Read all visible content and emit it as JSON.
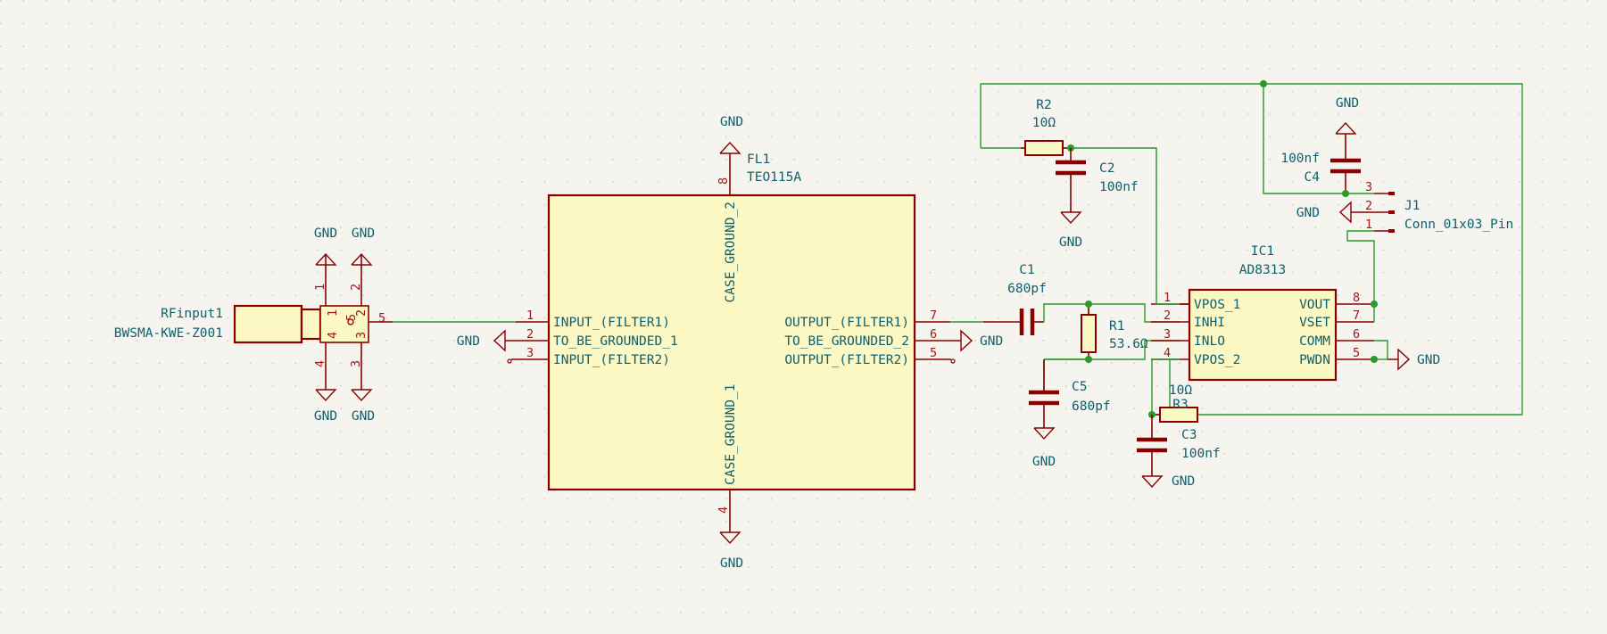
{
  "power": {
    "gnd": "GND"
  },
  "rf_connector": {
    "ref": "RFinput1",
    "value": "BWSMA-KWE-Z001",
    "pins": [
      "1",
      "2",
      "3",
      "4",
      "5"
    ]
  },
  "filter": {
    "ref": "FL1",
    "value": "TEO115A",
    "pins": {
      "p1": "1",
      "p2": "2",
      "p3": "3",
      "p4": "4",
      "p5": "5",
      "p6": "6",
      "p7": "7",
      "p8": "8"
    },
    "labels": {
      "in1": "INPUT_(FILTER1)",
      "tbg1": "TO_BE_GROUNDED_1",
      "in2": "INPUT_(FILTER2)",
      "out1": "OUTPUT_(FILTER1)",
      "tbg2": "TO_BE_GROUNDED_2",
      "out2": "OUTPUT_(FILTER2)",
      "cg2": "CASE_GROUND_2",
      "cg1": "CASE_GROUND_1"
    }
  },
  "ic": {
    "ref": "IC1",
    "value": "AD8313",
    "pins": {
      "p1": "1",
      "p2": "2",
      "p3": "3",
      "p4": "4",
      "p5": "5",
      "p6": "6",
      "p7": "7",
      "p8": "8"
    },
    "labels": {
      "vpos1": "VPOS_1",
      "inhi": "INHI",
      "inlo": "INLO",
      "vpos2": "VPOS_2",
      "vout": "VOUT",
      "vset": "VSET",
      "comm": "COMM",
      "pwdn": "PWDN"
    }
  },
  "connector_j1": {
    "ref": "J1",
    "value": "Conn_01x03_Pin",
    "pins": [
      "3",
      "2",
      "1"
    ]
  },
  "components": {
    "c1": {
      "ref": "C1",
      "value": "680pf"
    },
    "c2": {
      "ref": "C2",
      "value": "100nf"
    },
    "c3": {
      "ref": "C3",
      "value": "100nf"
    },
    "c4": {
      "ref": "C4",
      "value": "100nf"
    },
    "c5": {
      "ref": "C5",
      "value": "680pf"
    },
    "r1": {
      "ref": "R1",
      "value": "53.6Ω"
    },
    "r2": {
      "ref": "R2",
      "value": "10Ω"
    },
    "r3": {
      "ref": "R3",
      "value": "10Ω"
    }
  },
  "colors": {
    "wire": "#2a9a2a",
    "symbol": "#8a0000",
    "body_fill": "#fbf8c4",
    "text": "#0f5f6e",
    "background": "#f5f4ef"
  }
}
